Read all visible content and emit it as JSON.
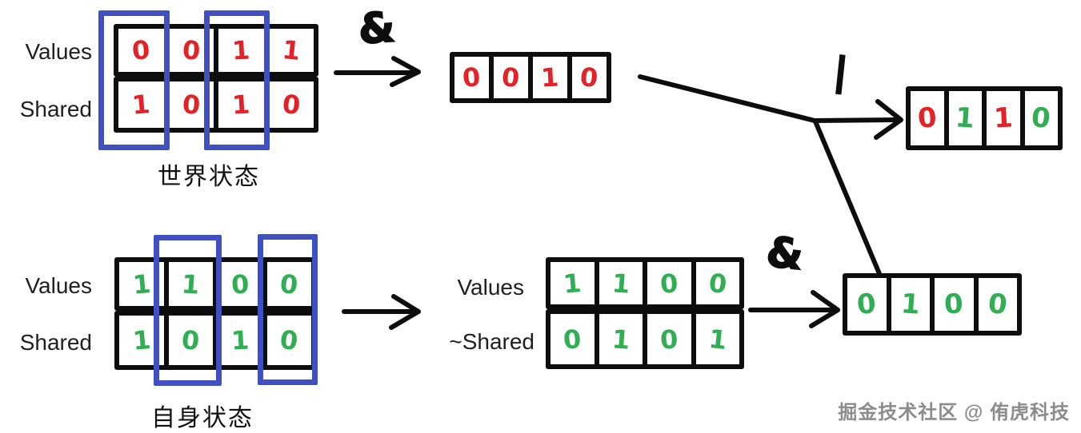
{
  "colors": {
    "red": "#e32227",
    "green": "#2fae52",
    "blue": "#4150c1",
    "ink": "#0d0d0d",
    "watermark": "#8c8c8c"
  },
  "world_state": {
    "caption": "世界状态",
    "rows": [
      {
        "label": "Values",
        "cells": [
          "0",
          "0",
          "1",
          "1"
        ]
      },
      {
        "label": "Shared",
        "cells": [
          "1",
          "0",
          "1",
          "0"
        ]
      }
    ]
  },
  "world_masked": {
    "cells": [
      "0",
      "0",
      "1",
      "0"
    ]
  },
  "self_state": {
    "caption": "自身状态",
    "rows": [
      {
        "label": "Values",
        "cells": [
          "1",
          "1",
          "0",
          "0"
        ]
      },
      {
        "label": "Shared",
        "cells": [
          "1",
          "0",
          "1",
          "0"
        ]
      }
    ]
  },
  "self_masked": {
    "rows": [
      {
        "label": "Values",
        "cells": [
          "1",
          "1",
          "0",
          "0"
        ]
      },
      {
        "label": "~Shared",
        "cells": [
          "0",
          "1",
          "0",
          "1"
        ]
      }
    ]
  },
  "self_result": {
    "cells": [
      "0",
      "1",
      "0",
      "0"
    ]
  },
  "final_result": {
    "cells": [
      {
        "value": "0",
        "color": "#e32227"
      },
      {
        "value": "1",
        "color": "#2fae52"
      },
      {
        "value": "1",
        "color": "#e32227"
      },
      {
        "value": "0",
        "color": "#2fae52"
      }
    ]
  },
  "operators": {
    "world_and": "&",
    "self_and": "&",
    "or": "|"
  },
  "watermark": "掘金技术社区 @ 侑虎科技"
}
